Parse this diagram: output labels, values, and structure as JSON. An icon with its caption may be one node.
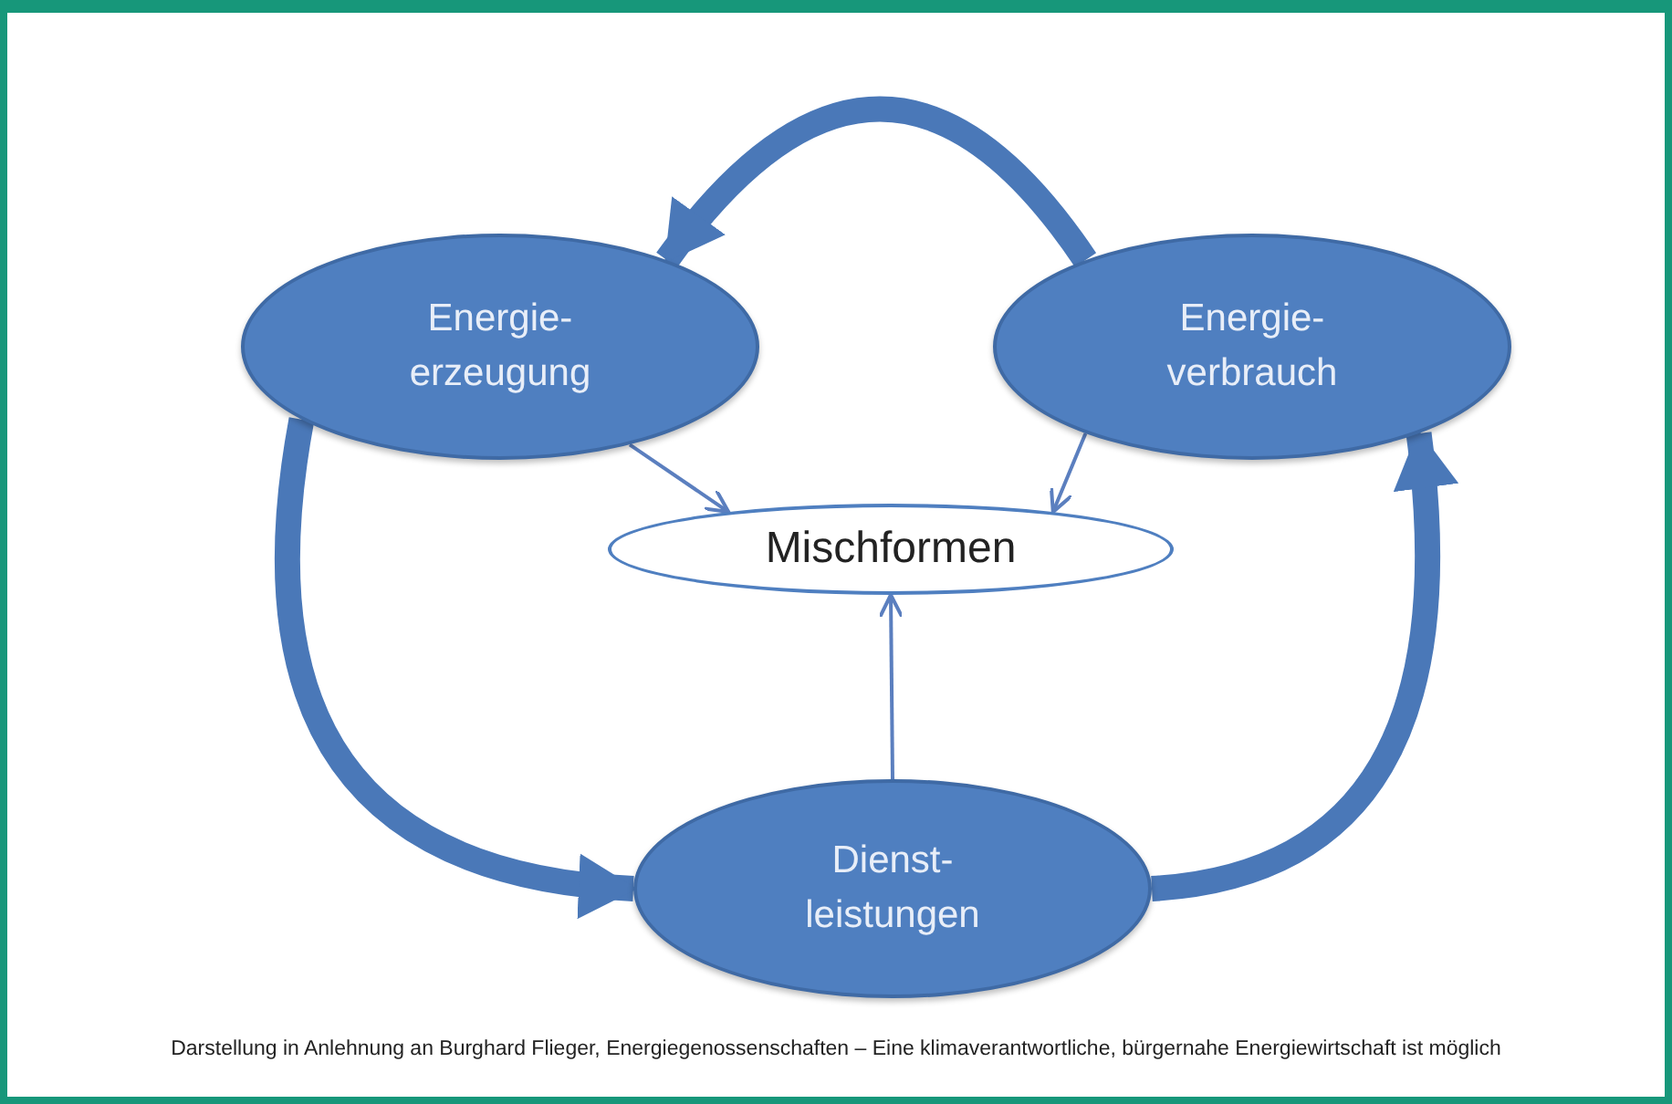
{
  "diagram": {
    "caption": "Darstellung in Anlehnung an Burghard Flieger, Energiegenossenschaften – Eine klimaverantwortliche, bürgernahe Energiewirtschaft ist möglich",
    "nodes": [
      {
        "text": [
          "Energie- erzeugung"
        ]
      },
      {
        "text": [
          "Energie- verbrauch"
        ]
      },
      {
        "text": [
          "Mischformen"
        ]
      },
      {
        "text": [
          "Dienst- leistungen"
        ]
      }
    ],
    "edges": [
      {
        "from": 1,
        "to": 0,
        "arrow": "to",
        "style": "thick"
      },
      {
        "from": 0,
        "to": 3,
        "arrow": "to",
        "style": "thick"
      },
      {
        "from": 3,
        "to": 1,
        "arrow": "to",
        "style": "thick"
      },
      {
        "from": 0,
        "to": 2,
        "arrow": "to"
      },
      {
        "from": 1,
        "to": 2,
        "arrow": "to"
      },
      {
        "from": 3,
        "to": 2,
        "arrow": "to"
      }
    ]
  }
}
